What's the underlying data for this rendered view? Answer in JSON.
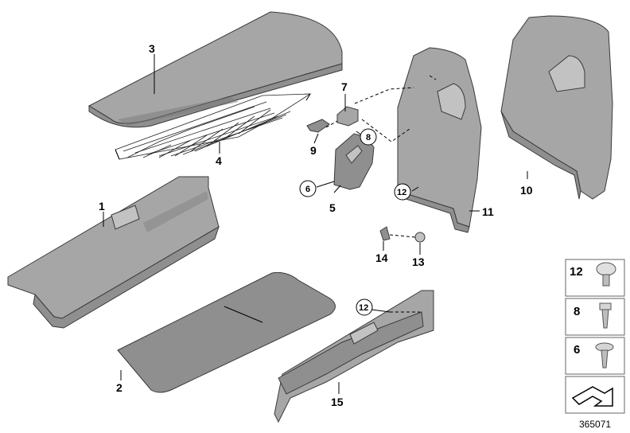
{
  "callouts": {
    "c1": "1",
    "c2": "2",
    "c3": "3",
    "c4": "4",
    "c5": "5",
    "c6": "6",
    "c7": "7",
    "c8": "8",
    "c9": "9",
    "c10": "10",
    "c11": "11",
    "c12a": "12",
    "c12b": "12",
    "c13": "13",
    "c14": "14",
    "c15": "15"
  },
  "legend": {
    "items": [
      {
        "number": "12",
        "icon": "push-clip-icon"
      },
      {
        "number": "8",
        "icon": "screw-icon"
      },
      {
        "number": "6",
        "icon": "collar-screw-icon"
      }
    ],
    "footer_icon": "arrow-icon"
  },
  "reference_number": "365071",
  "colors": {
    "part_fill": "#a6a6a6",
    "part_dark": "#8f8f8f",
    "outline": "#3a3a3a"
  }
}
